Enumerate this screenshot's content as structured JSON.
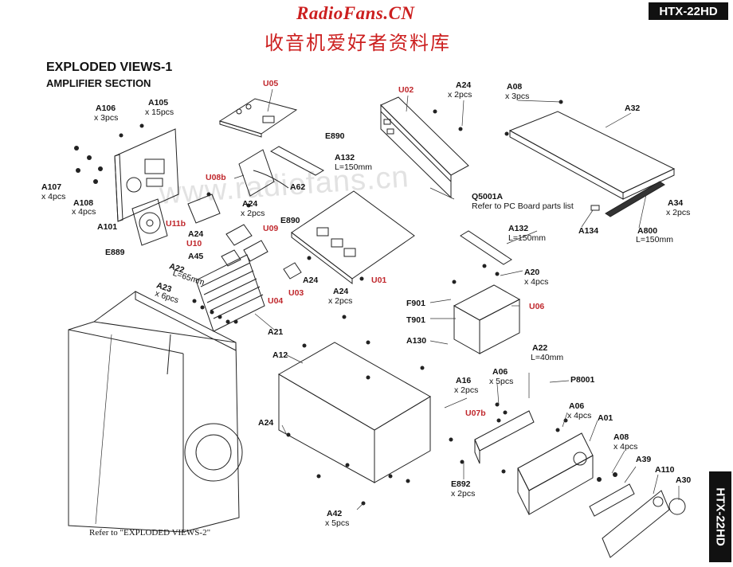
{
  "header": {
    "site": "RadioFans.CN",
    "site_cn": "收音机爱好者资料库",
    "model": "HTX-22HD",
    "model_side": "HTX-22HD",
    "watermark": "www.radiofans.cn"
  },
  "titles": {
    "main": "EXPLODED VIEWS-1",
    "section": "AMPLIFIER SECTION"
  },
  "footer": "Refer to \"EXPLODED VIEWS-2\"",
  "labels": {
    "u05": "U05",
    "u02": "U02",
    "a24_top": "A24",
    "a24_top_q": "x 2pcs",
    "a08_top": "A08",
    "a08_top_q": "x 3pcs",
    "a32": "A32",
    "a106": "A106",
    "a106_q": "x 3pcs",
    "a105": "A105",
    "a105_q": "x 15pcs",
    "e890_a": "E890",
    "a132_a": "A132",
    "a132_a_l": "L=150mm",
    "u08b": "U08b",
    "a62": "A62",
    "q5001a": "Q5001A",
    "q5001a_ref": "Refer to PC Board parts list",
    "a107": "A107",
    "a107_q": "x 4pcs",
    "a108": "A108",
    "a108_q": "x 4pcs",
    "a24_mid": "A24",
    "a24_mid_q": "x 2pcs",
    "e890_b": "E890",
    "u11b": "U11b",
    "a101": "A101",
    "a24_l": "A24",
    "u09": "U09",
    "u10": "U10",
    "a34": "A34",
    "a34_q": "x 2pcs",
    "a134": "A134",
    "a800": "A800",
    "a800_l": "L=150mm",
    "e889": "E889",
    "a132_b": "A132",
    "a132_b_l": "L=150mm",
    "a45": "A45",
    "a22_a": "A22",
    "a22_a_l": "L=65mm",
    "a24_c": "A24",
    "u01": "U01",
    "a20": "A20",
    "a20_q": "x 4pcs",
    "u03": "U03",
    "a24_d": "A24",
    "a24_d_q": "x 2pcs",
    "a23": "A23",
    "a23_q": "x 6pcs",
    "u04": "U04",
    "f901": "F901",
    "u06": "U06",
    "t901": "T901",
    "a21": "A21",
    "a130": "A130",
    "a12": "A12",
    "a22_b": "A22",
    "a22_b_l": "L=40mm",
    "a06_a": "A06",
    "a06_a_q": "x 5pcs",
    "p8001": "P8001",
    "a16": "A16",
    "a16_q": "x 2pcs",
    "a06_b": "A06",
    "a06_b_q": "x 4pcs",
    "u07b": "U07b",
    "a01": "A01",
    "a24_e": "A24",
    "a08_b": "A08",
    "a08_b_q": "x 4pcs",
    "a39": "A39",
    "a110": "A110",
    "a30": "A30",
    "e892": "E892",
    "e892_q": "x 2pcs",
    "a42": "A42",
    "a42_q": "x 5pcs"
  },
  "colors": {
    "part_label_red": "#c0282d",
    "header_red": "#cc1f1f",
    "line": "#222222"
  }
}
